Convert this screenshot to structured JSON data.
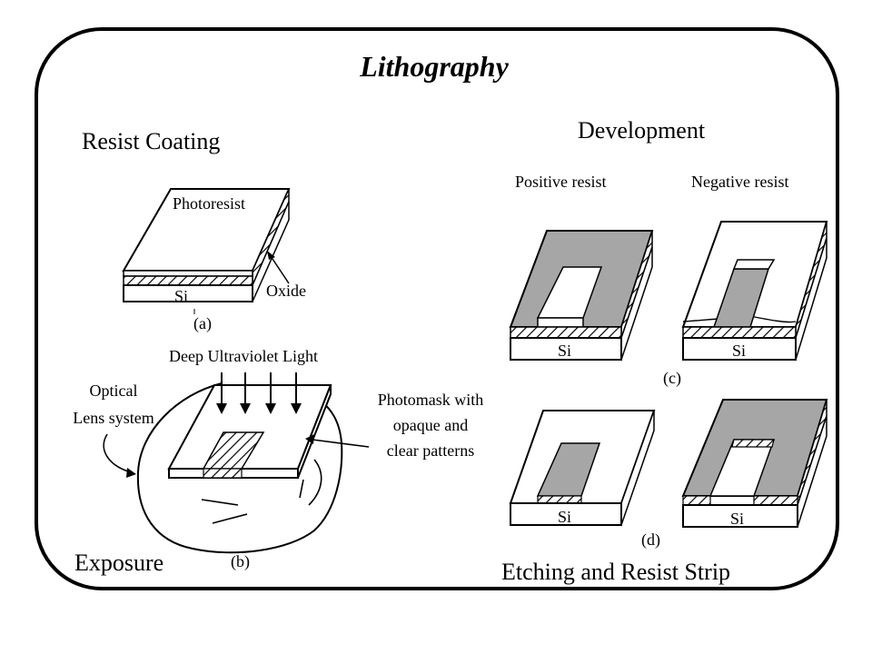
{
  "title": "Lithography",
  "sections": {
    "resist_coating": "Resist Coating",
    "development": "Development",
    "exposure": "Exposure",
    "etching": "Etching and Resist Strip"
  },
  "labels": {
    "photoresist": "Photoresist",
    "oxide": "Oxide",
    "si": "Si",
    "a": "(a)",
    "b": "(b)",
    "c": "(c)",
    "d": "(d)",
    "duv": "Deep Ultraviolet Light",
    "optical_1": "Optical",
    "optical_2": "Lens system",
    "photomask_1": "Photomask with",
    "photomask_2": "opaque and",
    "photomask_3": "clear patterns",
    "positive": "Positive resist",
    "negative": "Negative resist"
  },
  "colors": {
    "ink": "#000000",
    "resist_gray": "#a6a6a6",
    "background": "#ffffff"
  }
}
